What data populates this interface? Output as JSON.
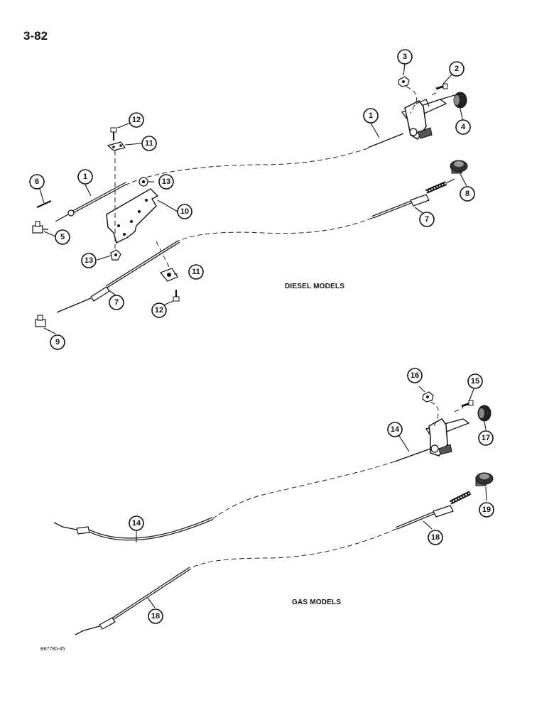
{
  "page_number": "3-82",
  "sections": {
    "diesel": "DIESEL MODELS",
    "gas": "GAS MODELS"
  },
  "reference_code": "B87780-45",
  "callouts": [
    "1",
    "2",
    "3",
    "4",
    "5",
    "6",
    "7",
    "8",
    "9",
    "10",
    "11",
    "12",
    "13",
    "14",
    "15",
    "16",
    "17",
    "18",
    "19"
  ]
}
